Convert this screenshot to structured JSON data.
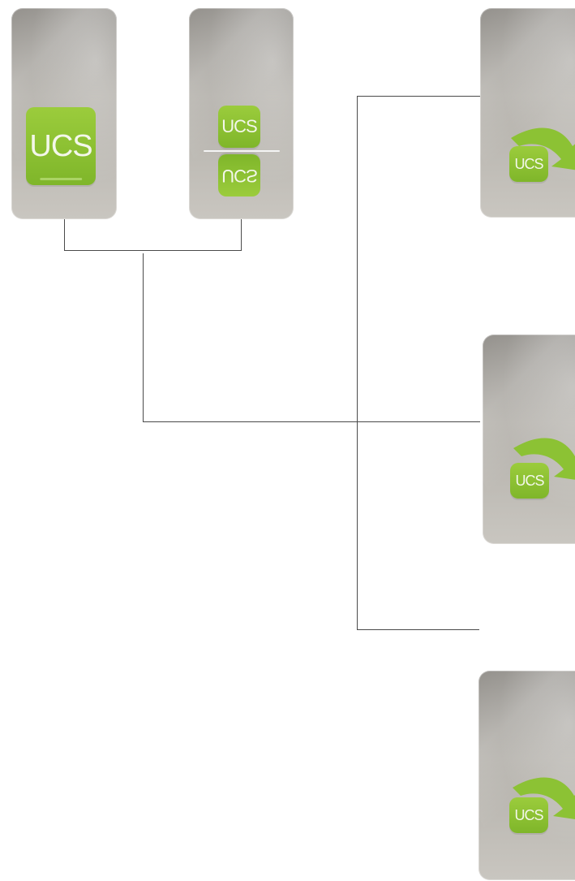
{
  "tiles": {
    "full": {
      "badge_text": "UCS"
    },
    "split": {
      "top_text": "UCS",
      "bottom_text": "UCS"
    },
    "right_top": {
      "badge_text": "UCS"
    },
    "right_mid": {
      "badge_text": "UCS"
    },
    "right_bottom": {
      "badge_text": "UCS"
    }
  },
  "colors": {
    "tile_gray": "#b3b0aa",
    "badge_green": "#8cc234",
    "connector": "#4a4a4a"
  }
}
